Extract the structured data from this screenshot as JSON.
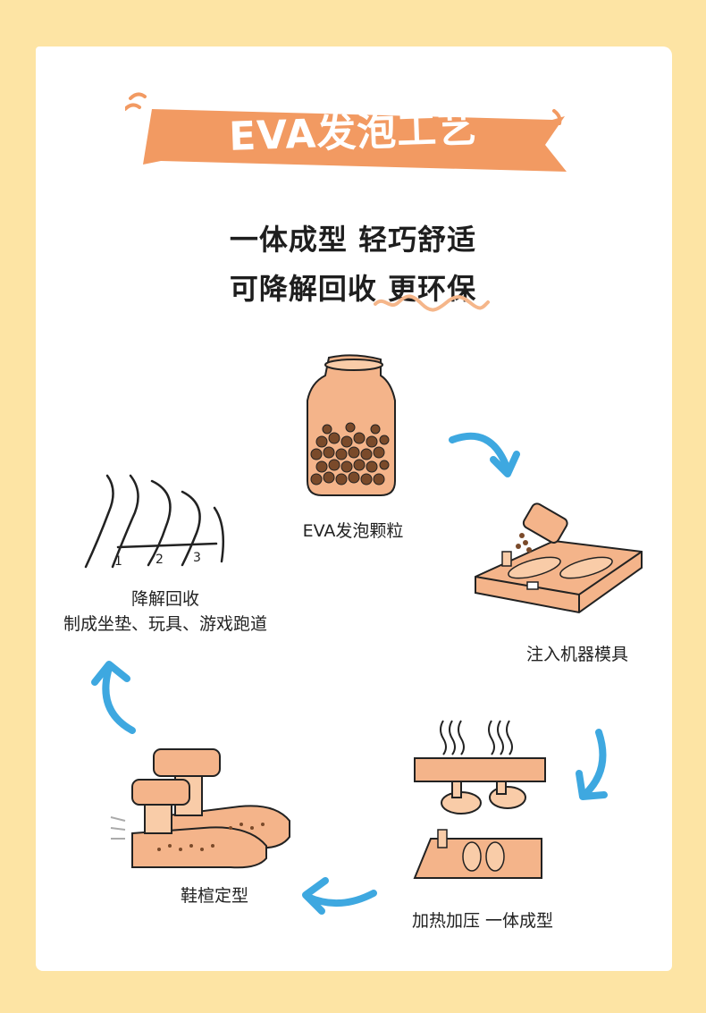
{
  "title": "EVA发泡工艺",
  "tagline": {
    "line1": "一体成型  轻巧舒适",
    "line2": "可降解回收 更环保"
  },
  "steps": [
    {
      "label": "EVA发泡颗粒",
      "icon": "jar-of-beads-icon"
    },
    {
      "label": "注入机器模具",
      "icon": "mold-pouring-icon"
    },
    {
      "label": "加热加压 一体成型",
      "icon": "heat-press-icon"
    },
    {
      "label": "鞋楦定型",
      "icon": "shoe-last-icon"
    },
    {
      "label": "降解回收",
      "sublabel": "制成坐垫、玩具、游戏跑道",
      "icon": "running-track-icon"
    }
  ],
  "colors": {
    "background": "#fde4a4",
    "card": "#ffffff",
    "banner": "#f29a62",
    "accent_peach": "#f5b68a",
    "arrow_blue": "#3ea8e0",
    "text": "#1e1e1e"
  }
}
